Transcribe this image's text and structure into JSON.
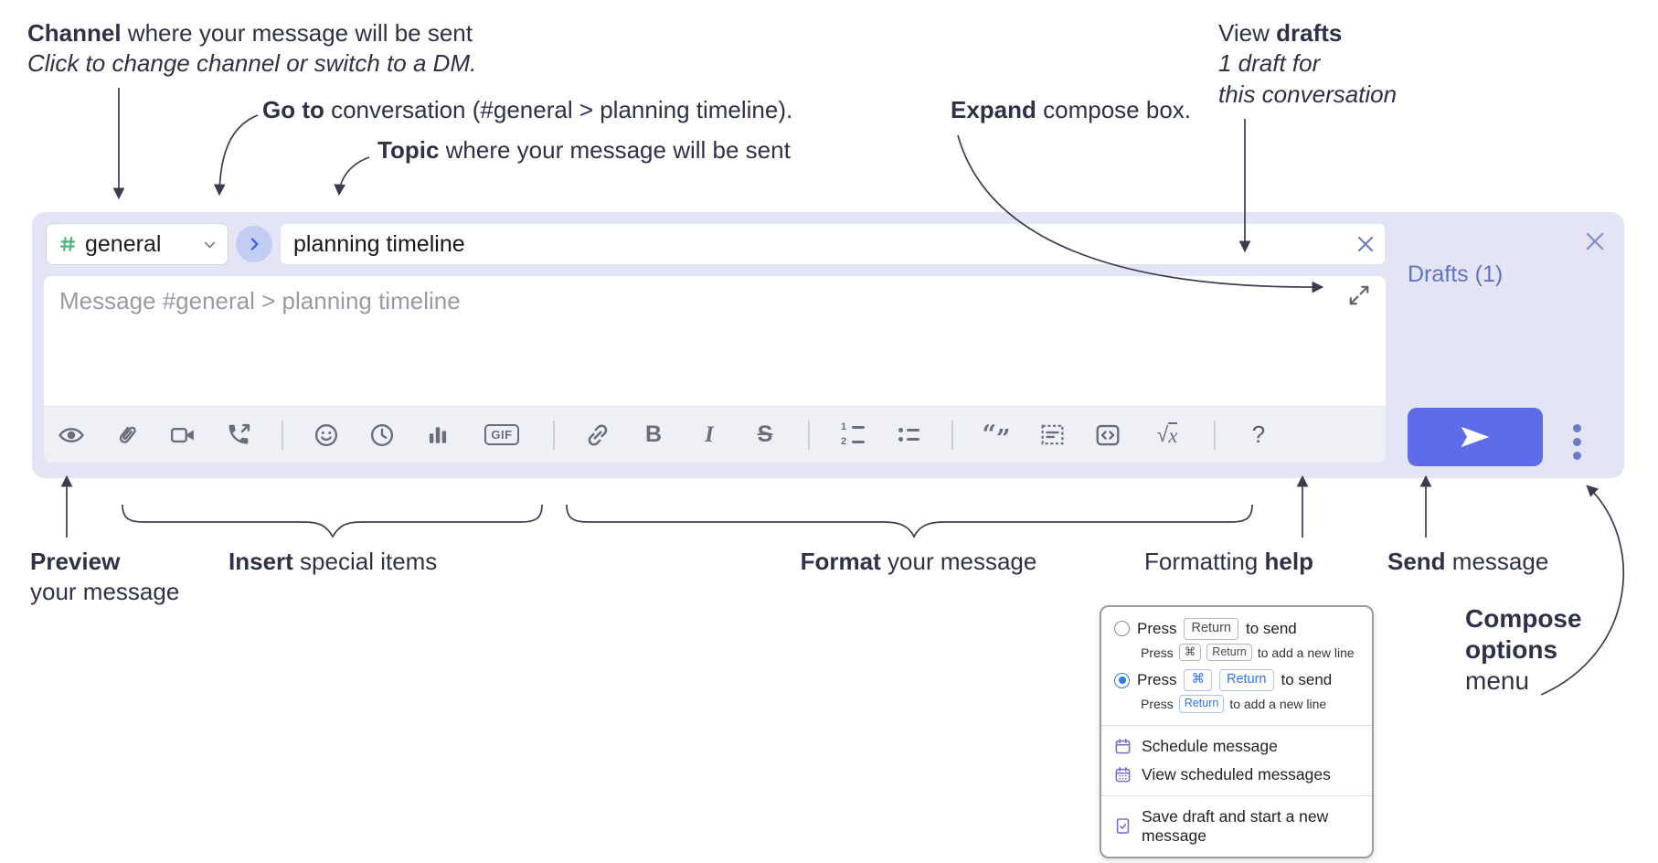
{
  "annotations": {
    "channel": {
      "bold": "Channel",
      "rest": " where your message will be sent",
      "sub": "Click to change channel or switch to a DM."
    },
    "goto": {
      "bold": "Go to",
      "rest": " conversation (#general > planning timeline)."
    },
    "topic": {
      "bold": "Topic",
      "rest": " where your message will be sent"
    },
    "expand": {
      "bold": "Expand",
      "rest": " compose box."
    },
    "view_drafts": {
      "pre": "View ",
      "bold": "drafts",
      "sub1": "1 draft for",
      "sub2": "this conversation"
    },
    "preview": {
      "bold": "Preview",
      "sub": "your message"
    },
    "insert": {
      "bold": "Insert",
      "rest": " special items"
    },
    "format": {
      "bold": "Format",
      "rest": " your message"
    },
    "help": {
      "pre": "Formatting ",
      "bold": "help"
    },
    "send": {
      "bold": "Send",
      "rest": " message"
    },
    "compose_options": {
      "line1": "Compose",
      "line2": "options",
      "line3": "menu"
    }
  },
  "compose": {
    "channel": "general",
    "topic": "planning timeline",
    "message_placeholder": "Message #general > planning timeline",
    "drafts_link": "Drafts (1)",
    "toolbar_labels": {
      "gif": "GIF",
      "bold": "B",
      "italic": "I",
      "strike": "S",
      "ol1": "1",
      "ol2": "2",
      "quote_open": "“",
      "quote_close": "”",
      "math_root": "√",
      "math_x": "x",
      "help": "?"
    },
    "toolbar_icons": [
      "preview-eye-icon",
      "attach-paperclip-icon",
      "video-call-icon",
      "audio-call-icon",
      "emoji-smiley-icon",
      "time-clock-icon",
      "poll-chart-icon",
      "gif-icon",
      "link-icon",
      "bold-icon",
      "italic-icon",
      "strikethrough-icon",
      "numbered-list-icon",
      "bulleted-list-icon",
      "quote-icon",
      "spoiler-icon",
      "code-icon",
      "math-icon",
      "help-icon"
    ]
  },
  "options_menu": {
    "option1": {
      "selected": false,
      "press": "Press",
      "key": "Return",
      "suffix": "to send",
      "sub_press": "Press",
      "sub_key1": "⌘",
      "sub_key2": "Return",
      "sub_suffix": "to add a new line"
    },
    "option2": {
      "selected": true,
      "press": "Press",
      "key1": "⌘",
      "key2": "Return",
      "suffix": "to send",
      "sub_press": "Press",
      "sub_key": "Return",
      "sub_suffix": "to add a new line"
    },
    "items": [
      {
        "icon": "schedule-calendar-icon",
        "label": "Schedule message"
      },
      {
        "icon": "view-scheduled-calendar-icon",
        "label": "View scheduled messages"
      },
      {
        "icon": "save-draft-icon",
        "label": "Save draft and start a new message"
      }
    ]
  },
  "colors": {
    "compose_bg": "#e3e5f4",
    "accent_indigo": "#5f6ce9",
    "drafts_link": "#6373c4",
    "hash_green": "#54b87c",
    "goto_circle": "#c3cdf4",
    "goto_chevron": "#3c63ee",
    "menu_icon_violet": "#7b6ed6",
    "key_blue": "#3575f0",
    "radio_blue": "#2b7de3",
    "toolbar_icon": "#6b6e79",
    "annotation_text": "#2e3147",
    "close_x": "#8a93cf"
  }
}
